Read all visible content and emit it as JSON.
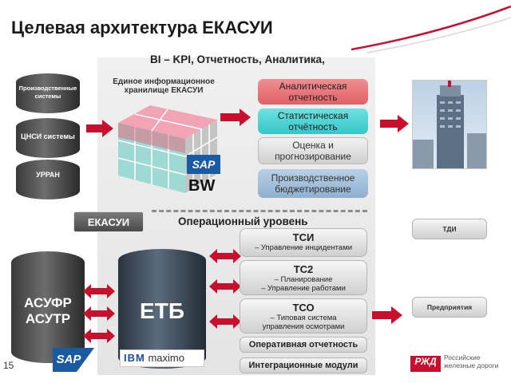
{
  "title": "Целевая архитектура ЕКАСУИ",
  "page_number": "15",
  "bi_title": "BI – KPI, Отчетность, Аналитика,",
  "operational_title": "Операционный уровень",
  "left_dbs": [
    "Производственные системы",
    "ЦНСИ системы",
    "УРРАН"
  ],
  "dwh_label": "Единое информационное хранилище ЕКАСУИ",
  "sap_badge": "SAP",
  "bw_label": "BW",
  "bi_boxes": [
    "Аналитическая отчетность",
    "Статистическая отчётность",
    "Оценка и прогнозирование",
    "Производственное бюджетирование"
  ],
  "ekasui_label": "ЕКАСУИ",
  "left_big_db": [
    "АСУФР",
    "АСУТР"
  ],
  "etb_label": "ЕТБ",
  "ops": [
    {
      "head": "ТСИ",
      "sub": [
        "– Управление инцидентами"
      ]
    },
    {
      "head": "ТС2",
      "sub": [
        "– Планирование",
        "– Управление работами"
      ]
    },
    {
      "head": "ТСО",
      "sub": [
        "– Типовая система",
        "управления осмотрами"
      ]
    }
  ],
  "ops_flat": [
    "Оперативная отчетность",
    "Интеграционные модули"
  ],
  "right_boxes": [
    "ТДИ",
    "Предприятия"
  ],
  "ibm_logo": {
    "ibm": "IBM",
    "product": "maximo"
  },
  "rzd_logo": {
    "mark": "РЖД",
    "text": [
      "Российские",
      "железные дороги"
    ]
  },
  "colors": {
    "accent_red": "#c8102e",
    "bi_red": "#e06065",
    "bi_teal": "#34c6c8",
    "sap_blue": "#1a5aa3"
  }
}
